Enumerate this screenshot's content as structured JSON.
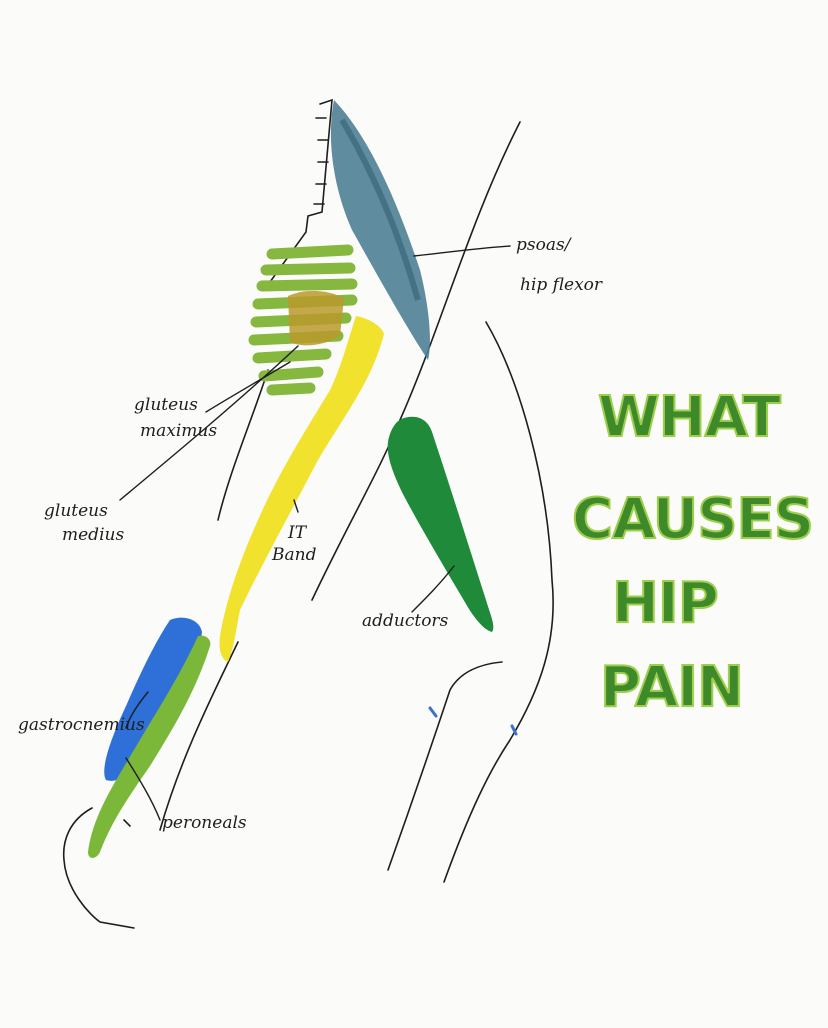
{
  "title": {
    "line1": "WHAT",
    "line2": "CAUSES",
    "line3": "HIP",
    "line4": "PAIN",
    "color": "#3e8a2a",
    "highlight": "#9fcf4a"
  },
  "labels": {
    "psoas": [
      "psoas/",
      "hip flexor"
    ],
    "gluteus_maximus": [
      "gluteus",
      "maximus"
    ],
    "gluteus_medius": [
      "gluteus",
      "medius"
    ],
    "it_band": [
      "IT",
      "Band"
    ],
    "adductors": "adductors",
    "gastrocnemius": "gastrocnemius",
    "peroneals": "peroneals"
  },
  "muscle_colors": {
    "psoas": "#4f7f96",
    "gluteus_maximus": "#86b73e",
    "gluteus_medius": "#b99a2c",
    "it_band": "#f1e22e",
    "adductors": "#1f8a3a",
    "gastrocnemius": "#2f6fd8",
    "peroneals": "#7bb83a",
    "outline": "#1e1e1e"
  }
}
